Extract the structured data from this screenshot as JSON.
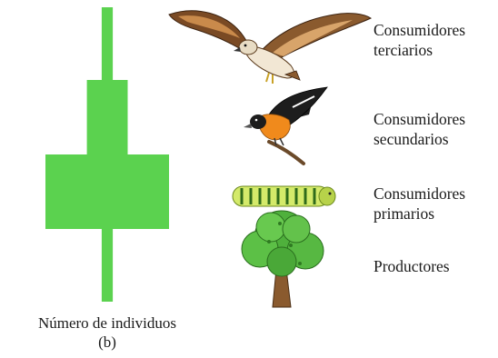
{
  "figure": {
    "caption_line1": "Número de individuos",
    "caption_line2": "(b)",
    "bar_color": "#5bd24f",
    "levels": [
      {
        "label": "Consumidores\nterciarios",
        "organism_icon": "hawk-icon",
        "relative_count": 0.09
      },
      {
        "label": "Consumidores\nsecundarios",
        "organism_icon": "oriole-bird-icon",
        "relative_count": 0.33
      },
      {
        "label": "Consumidores\nprimarios",
        "organism_icon": "caterpillar-icon",
        "relative_count": 1.0
      },
      {
        "label": "Productores",
        "organism_icon": "tree-icon",
        "relative_count": 0.09
      }
    ]
  }
}
